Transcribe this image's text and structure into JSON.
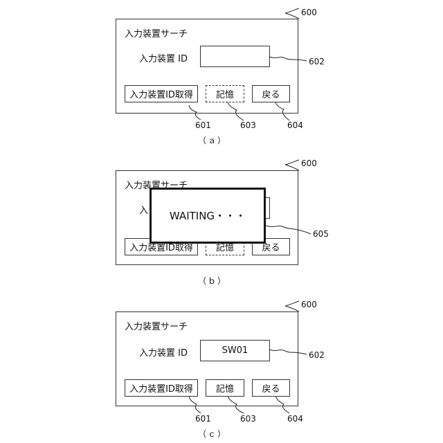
{
  "figures": [
    {
      "id": "a",
      "caption": "（ａ）",
      "ref_panel": "600",
      "title": "入力装置サーチ",
      "field_label": "入力装置 ID",
      "field_value": "",
      "buttons": {
        "get": "入力装置ID取得",
        "store": "記憶",
        "back": "戻る"
      },
      "refs": {
        "field": "602",
        "get": "601",
        "store": "603",
        "back": "604"
      }
    },
    {
      "id": "b",
      "caption": "（ｂ）",
      "ref_panel": "600",
      "title": "入力装置サーチ",
      "field_label_partial": "入",
      "buttons": {
        "get": "入力装置ID取得",
        "store": "記憶",
        "back": "戻る"
      },
      "popup_text": "WAITING・・・",
      "refs": {
        "popup": "605"
      }
    },
    {
      "id": "c",
      "caption": "（ｃ）",
      "ref_panel": "600",
      "title": "入力装置サーチ",
      "field_label": "入力装置 ID",
      "field_value": "SW01",
      "buttons": {
        "get": "入力装置ID取得",
        "store": "記憶",
        "back": "戻る"
      },
      "refs": {
        "field": "602",
        "get": "601",
        "store": "603",
        "back": "604"
      }
    }
  ]
}
